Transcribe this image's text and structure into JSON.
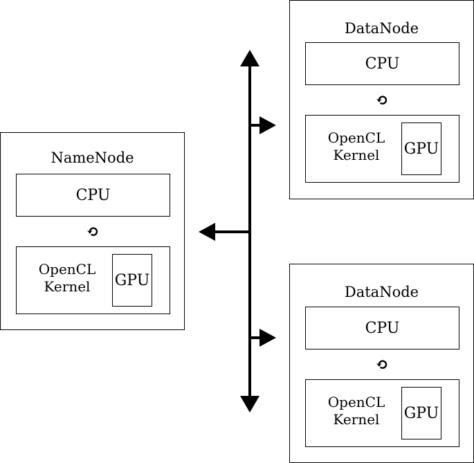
{
  "nodes": {
    "namenode": {
      "title": "NameNode",
      "cpu": "CPU",
      "kernel_line1": "OpenCL",
      "kernel_line2": "Kernel",
      "gpu": "GPU",
      "sync_glyph": "⟲"
    },
    "datanode_top": {
      "title": "DataNode",
      "cpu": "CPU",
      "kernel_line1": "OpenCL",
      "kernel_line2": "Kernel",
      "gpu": "GPU",
      "sync_glyph": "⟲"
    },
    "datanode_bottom": {
      "title": "DataNode",
      "cpu": "CPU",
      "kernel_line1": "OpenCL",
      "kernel_line2": "Kernel",
      "gpu": "GPU",
      "sync_glyph": "⟲"
    }
  }
}
